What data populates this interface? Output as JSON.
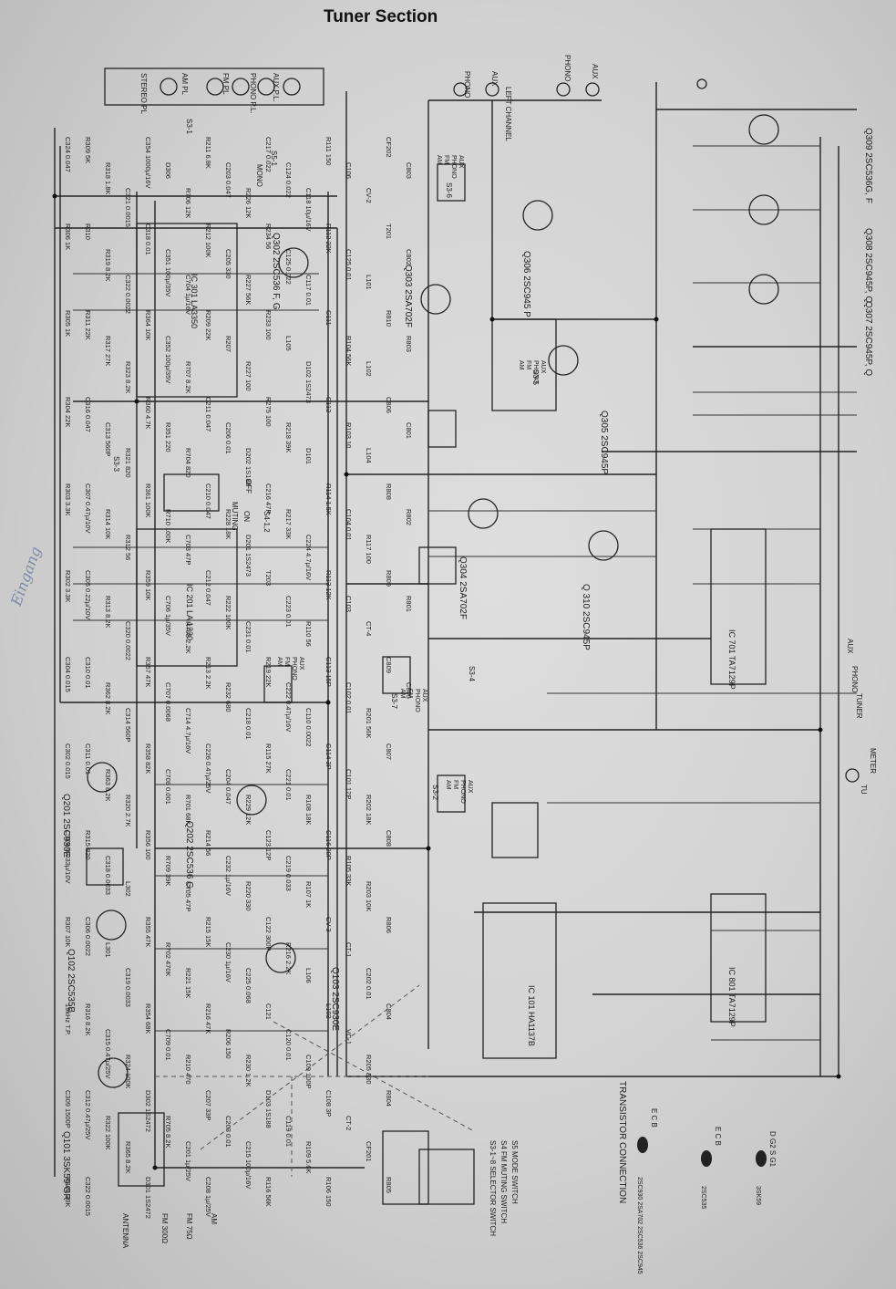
{
  "title": "Tuner Section",
  "handwriting": "Eingang",
  "ic_labels": [
    "IC 301 LA3350",
    "IC 201 LA 1230",
    "IC 101 HA1137B",
    "IC 701 TA7129P",
    "IC 801 TA7129P"
  ],
  "transistors": [
    "Q302 2SC536 F, G",
    "Q303 2SA702F",
    "Q306 2SC945 P",
    "Q305 2SC945P",
    "Q304 2SA702F",
    "Q 310 2SC945P",
    "Q309 2SC536G, F",
    "Q308 2SC945P, Q",
    "Q307 2SC945P, Q",
    "Q201 2SC930E",
    "Q202 2SC536 G",
    "Q102 2SC535B",
    "Q103 2SC930E",
    "Q101 3SK59-GR"
  ],
  "switch_labels": [
    "S3-1",
    "S3-2",
    "S3-3",
    "S3-4",
    "S3-5",
    "S3-6",
    "S3-7",
    "S4-1,2",
    "S5-1",
    "MONO",
    "MUTING",
    "OFF",
    "ON"
  ],
  "selector_labels": [
    "AM",
    "FM",
    "PHONO",
    "AUX"
  ],
  "pilot_lamps": [
    "STEREO PL",
    "AM PL",
    "FM PL",
    "PHONO P.L.",
    "AUX P.L."
  ],
  "jacks": [
    "PHONO",
    "AUX",
    "LEFT CHANNEL",
    "PHONO",
    "AUX"
  ],
  "outputs": [
    "TUNER",
    "PHONO",
    "AUX",
    "METER",
    "TU"
  ],
  "antenna_labels": [
    "ANTENNA",
    "FM 300Ω",
    "FM 75Ω",
    "AM"
  ],
  "legend": {
    "s3": "S3-1~8 SELECTOR SWITCH",
    "s4": "S4 FM MUTING SWITCH",
    "s5": "S5 MODE SWITCH"
  },
  "transistor_connection": {
    "title": "TRANSISTOR CONNECTION",
    "group1": "2SC930 2SA702 2SC536 2SC945",
    "group2": "2SC535",
    "group3": "3SK59",
    "pins1": "E C B",
    "pins2": "E C B",
    "pins3": "D G2 S G1"
  },
  "parts": [
    "C324 0.047",
    "R306 1K",
    "R305 1K",
    "R304 22K",
    "R303 3.3K",
    "R302 3.3K",
    "C304 0.015",
    "C302 0.015",
    "C308 0.033μ/10V",
    "R307 10K",
    "19kHz T.P.",
    "C309 1500P",
    "R308 33K",
    "R309 5K",
    "R310",
    "R311 22K",
    "C316 0.047",
    "C307 0.47μ/10V",
    "C305 0.22μ/10V",
    "C310 0.01",
    "C311 0.01",
    "R315 820",
    "C306 0.0022",
    "R316 8.2K",
    "C312 0.47μ/25V",
    "C322 0.0015",
    "R318 1.8K",
    "R319 8.2K",
    "R317 27K",
    "C313 560P",
    "R314 10K",
    "R313 8.2K",
    "R362 8.2K",
    "R363 8.2K",
    "C318 0.0033",
    "L301",
    "C315 0.47μ/25V",
    "R322 100K",
    "C321 0.0015",
    "C322 0.0022",
    "R323 8.2K",
    "R321 820",
    "R312 56",
    "C320 0.0022",
    "C314 560P",
    "R320 2.7K",
    "L302",
    "C319 0.0033",
    "R324 100K",
    "R365 8.2K",
    "C354 1000μ/16V",
    "C318 0.01",
    "R364 10K",
    "R360 4.7K",
    "R361 100K",
    "R359 10K",
    "R357 47K",
    "R358 82K",
    "R356 100",
    "R355 47K",
    "R354 68K",
    "D302 1S2472",
    "D301 1S2472",
    "D306",
    "C351 100μ/35V",
    "C352 100μ/35V",
    "R351 220",
    "R710 100K",
    "C706 1μ/35V",
    "C707 0.0068",
    "C708 0.001",
    "R709 39K",
    "R702 470K",
    "C709 0.01",
    "R705 8.2K",
    "R706 12K",
    "C704 1μ/16V",
    "R707 8.2K",
    "R704 820",
    "C703 47P",
    "R703 2.2K",
    "C714 4.7μ/16V",
    "R701 68K",
    "C705 47P",
    "R221 15K",
    "R210 470",
    "C201 1μ/25V",
    "R211 6.8K",
    "R212 100K",
    "R209 22K",
    "C211 0.047",
    "C210 0.047",
    "C212 0.047",
    "R213 2.2K",
    "C226 0.47μ/25V",
    "R214 56",
    "R215 15K",
    "R216 47K",
    "C207 33P",
    "C208 1μ/25V",
    "C203 0.047",
    "C205 330",
    "R207",
    "C206 0.01",
    "R228 18K",
    "R222 100K",
    "R232 680",
    "C204 0.047",
    "C232 1μ/16V",
    "C230 1μ/16V",
    "R206 150",
    "C203 0.01",
    "R226 12K",
    "R227 56K",
    "R227 100",
    "D202 1S188",
    "D201 1S2473",
    "C231 0.01",
    "C218 0.01",
    "R229 12K",
    "R220 330",
    "C225 0.068",
    "R230 1.2K",
    "C215 100μ/16V",
    "C217 0.022",
    "R234 56",
    "R233 100",
    "R275 100",
    "C216 47P",
    "T203",
    "R219 22K",
    "R115 27K",
    "C123 12P",
    "C122 300P",
    "C121",
    "D103 1S188",
    "R116 56K",
    "C124 0.022",
    "C125 0.022",
    "L105",
    "R218 39K",
    "R217 33K",
    "C223 0.01",
    "C222 0.47μ/16V",
    "C221 0.01",
    "C219 0.033",
    "R216 2.2K",
    "C120 0.01",
    "C119 0.01",
    "C118 10μ/16V",
    "C117 0.01",
    "D102 1S2473",
    "D101",
    "C224 4.7μ/16V",
    "R110 56",
    "C110 0.0022",
    "R108 18K",
    "R107 1K",
    "L106",
    "C109 100P",
    "R109 5.6K",
    "R111 150",
    "R112 22K",
    "C111",
    "C112",
    "R114 1.5K",
    "R113 12K",
    "C113 15P",
    "C114 3P",
    "C116 20P",
    "CV-3",
    "L103",
    "C108 3P",
    "R106 150",
    "C106",
    "C125 0.01",
    "R104 56K",
    "R103 10",
    "C104 0.01",
    "C103",
    "C102 0.01",
    "C101 12P",
    "R105 33K",
    "CT-1",
    "VC-1",
    "CT-2",
    "CV-2",
    "L101",
    "L102",
    "L104",
    "R117 100",
    "CT-4",
    "R201 56K",
    "R202 18K",
    "R203 10K",
    "C202 0.01",
    "R205 330",
    "CF201",
    "CF202",
    "T201",
    "R810",
    "C806",
    "R808",
    "R809",
    "C809",
    "C807",
    "C808",
    "R806",
    "C804",
    "R804",
    "R805",
    "C803",
    "C802",
    "R803",
    "C801",
    "R802",
    "R801",
    "C805"
  ]
}
